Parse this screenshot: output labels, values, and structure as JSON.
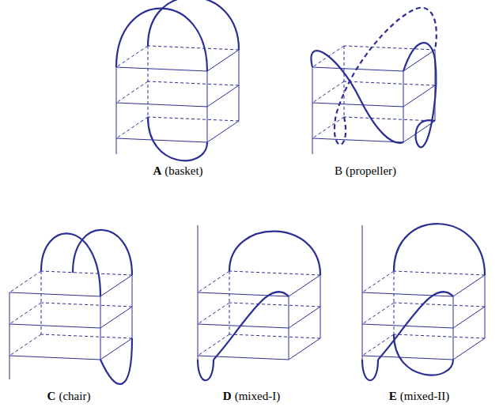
{
  "diagram": {
    "labels": [
      "A",
      "(basket)",
      "B",
      "(propeller)",
      "C",
      "(chair)",
      "D",
      "(mixed-I)",
      "E",
      "(mixed-II)"
    ]
  }
}
